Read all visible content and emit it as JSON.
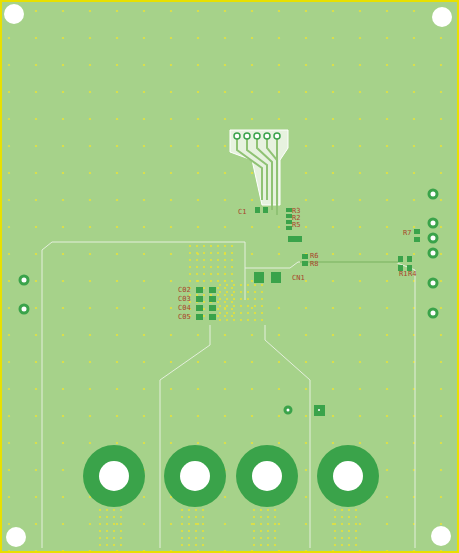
{
  "diagram": {
    "labels": [
      "C1",
      "R3",
      "R2",
      "R5",
      "R6",
      "R8",
      "CN1",
      "R7",
      "R1",
      "R4",
      "C02",
      "C03",
      "C04",
      "C05"
    ]
  }
}
